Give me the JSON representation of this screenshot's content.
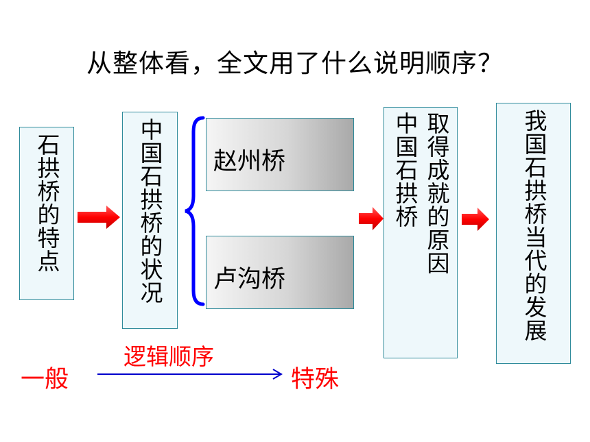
{
  "title": "从整体看，全文用了什么说明顺序？",
  "boxes": {
    "features": "石拱桥的特点",
    "status": "中国石拱桥的状况",
    "zhaozhou": "赵州桥",
    "lugou": "卢沟桥",
    "reason_col1": "中国石拱桥",
    "reason_col2": "取得成就的原因",
    "development": "我国石拱桥当代的发展"
  },
  "bottom": {
    "order_label": "逻辑顺序",
    "general": "一般",
    "special": "特殊"
  },
  "colors": {
    "box_fill": "#eef8fb",
    "box_border": "#2e8a9a",
    "arrow_red": "#ff0000",
    "brace_blue": "#0000ff",
    "line_blue": "#0000cc"
  }
}
